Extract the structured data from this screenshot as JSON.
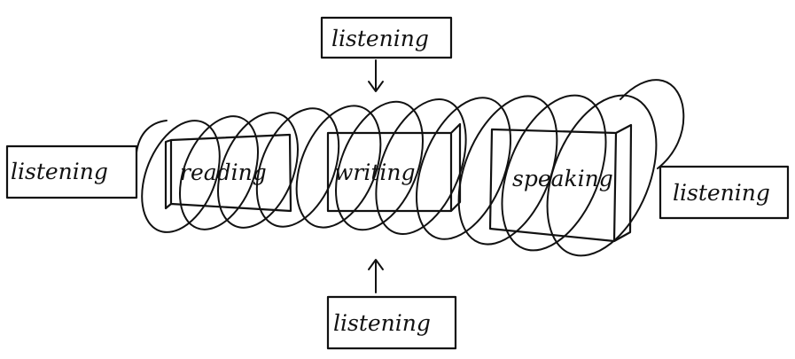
{
  "diagram": {
    "ink_color": "#111111",
    "background_color": "#ffffff",
    "top_label": "listening",
    "bottom_label": "listening",
    "left_label": "listening",
    "right_label": "listening",
    "skills": [
      {
        "label": "reading"
      },
      {
        "label": "writing"
      },
      {
        "label": "speaking"
      }
    ]
  }
}
